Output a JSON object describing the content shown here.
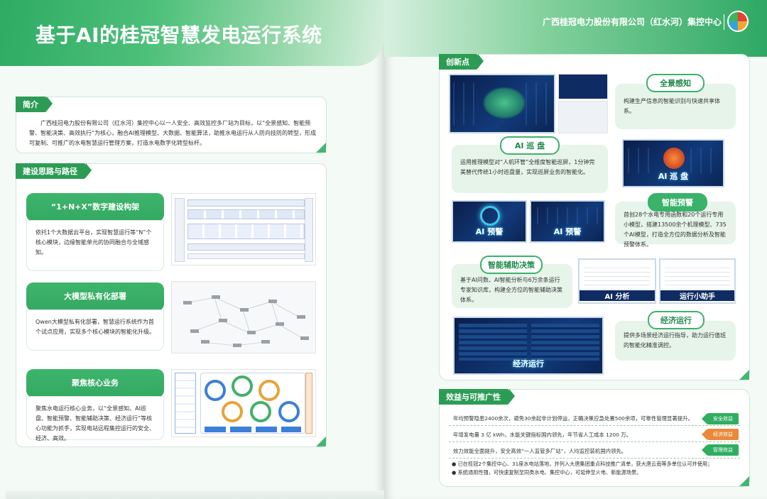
{
  "header": {
    "title": "基于AI的桂冠智慧发电运行系统",
    "org": "广西桂冠电力股份有限公司（红水河）集控中心"
  },
  "intro": {
    "heading": "简介",
    "text": "广西桂冠电力股份有限公司（红水河）集控中心以一人安全、高效监控多厂站为目标，以“全景感知、智能预警、智能决策、高效执行”为核心，融合AI推理模型、大数据、智能算法，助推水电运行从人防向技防的转型，形成可复制、可推广的水电智慧运行管理方案，打造水电数字化转型标杆。"
  },
  "path": {
    "heading": "建设思路与路径",
    "cards": [
      {
        "title": "“1+N+X”数字建设构架",
        "text": "依托1个大数据云平台，实现智慧运行等“N”个核心模块，边缘智能单元的协同融合与全域感知。"
      },
      {
        "title": "大模型私有化部署",
        "text": "Qwen大模型私有化部署，智慧运行系统作为首个试点应用，实现多个核心模块的智能化升级。"
      },
      {
        "title": "聚焦核心业务",
        "text": "聚焦水电运行核心业务，以“全景感知、AI巡盘、智能预警、智能辅助决策、经济运行”等核心功能为抓手，实现电站远程集控运行的安全、经济、高效。"
      }
    ]
  },
  "innovation": {
    "heading": "创新点",
    "items": [
      {
        "pill": "全景感知",
        "text": "构建生产信息的智能识别与快速共享体系。"
      },
      {
        "pill": "AI 巡 盘",
        "text": "运用推理模型对“人机环管”全维度智能巡屏，1分钟完美替代传统1小时巡盘量，实现巡屏业务的智能化。"
      },
      {
        "pill": "智能预警",
        "text": "首创28个水电专用函数和20个运行专用小模型，搭建13500余个机理模型、735个AI模型，打造全方位的数据分析及智能预警体系。"
      },
      {
        "pill": "智能辅助决策",
        "text": "基于AI问数、AI智能分析与6万余条运行专家知识库，构建全方位的智能辅助决策体系。"
      },
      {
        "pill": "经济运行",
        "text": "提供多场景经济运行指导，助力运行值班的智能化精准调控。"
      }
    ],
    "screens": [
      "AI 巡 盘",
      "AI 预警",
      "AI 预警",
      "AI 分析",
      "运行小助手",
      "经济运行"
    ]
  },
  "benefits": {
    "heading": "效益与可推广性",
    "rows": [
      {
        "text": "年均预警隐患2400余次，避免30余起非计划停运，正确决策应急处置500余项，可靠性管理显著提升。",
        "tag": "安全效益",
        "color": "#2fae62"
      },
      {
        "text": "年增发电量 3 亿 kWh，水能关键指标国内领先，年节省人工成本 1200 万。",
        "tag": "经济效益",
        "color": "#e88a3a"
      },
      {
        "text": "效力效能全面提升，安全高效“一人监管多厂站”，人均监控装机国内领先。",
        "tag": "管理效益",
        "color": "#2fae62"
      }
    ],
    "bullets": [
      "已在桂冠2个集控中心、31座水电站落地，并列入大唐集团重点科技推广清单，获大唐云南等多单位认可并使用；",
      "系统通用性强，可快速复制至同类水电、集控中心，可延伸至火电、新能源场景。"
    ]
  }
}
